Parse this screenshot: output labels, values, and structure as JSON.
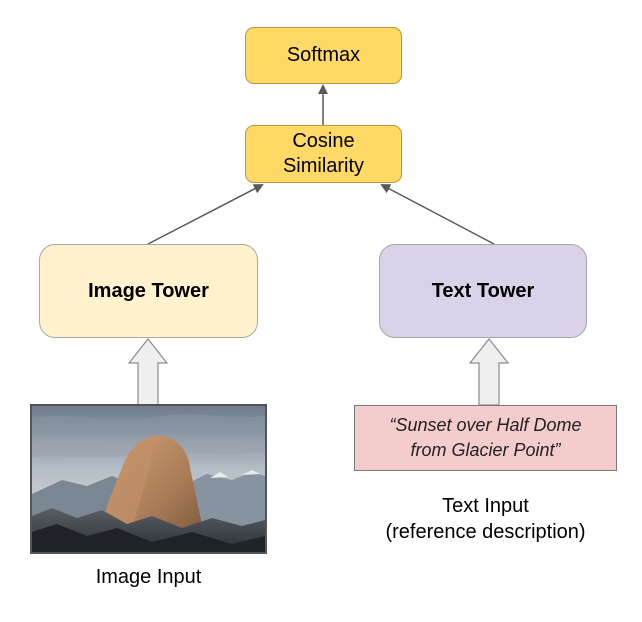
{
  "nodes": {
    "softmax": "Softmax",
    "cosine_line1": "Cosine",
    "cosine_line2": "Similarity",
    "image_tower": "Image Tower",
    "text_tower": "Text Tower"
  },
  "inputs": {
    "text_quote_line1": "“Sunset over Half Dome",
    "text_quote_line2": "from Glacier Point”",
    "image_caption": "Image Input",
    "text_caption_line1": "Text Input",
    "text_caption_line2": "(reference description)"
  },
  "colors": {
    "output_box": "#ffd966",
    "image_tower": "#fff2cc",
    "text_tower": "#d9d2e9",
    "text_input": "#f4cccc",
    "arrow": "#595959"
  }
}
